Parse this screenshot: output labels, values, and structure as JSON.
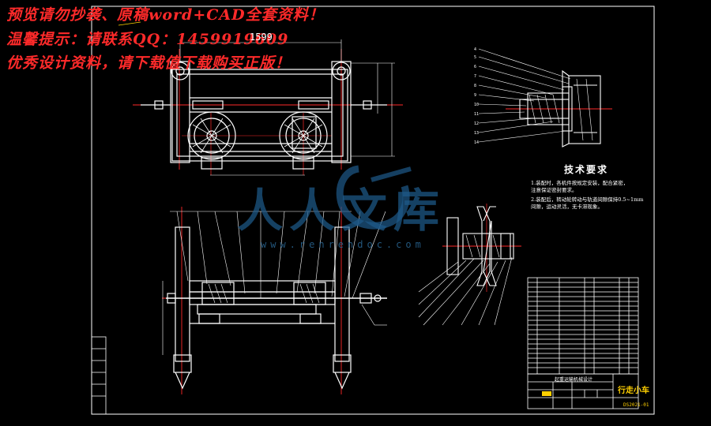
{
  "watermark": {
    "line1": "预览请勿抄袭、原稿word+CAD全套资料！",
    "line2": "温馨提示：请联系QQ：1459919609",
    "line3": "优秀设计资料，请下载值下载购买正版！"
  },
  "logo": {
    "text": "人人文库",
    "url": "www.renrendoc.com"
  },
  "dimensions": {
    "top_width": "1599"
  },
  "tech_requirements": {
    "title": "技术要求",
    "lines": [
      "1.装配时，各机件按规定安装，配合紧密，",
      "  注意保证密封要求。",
      "2.装配后，转动轮转动与轨道间隙保持0.5~1mm",
      "  间隙，运动灵活，无卡滞现象。"
    ]
  },
  "title_block": {
    "drawing_title": "行走小车",
    "drawing_code": "DS2021-01",
    "company": "起重运输机械设计"
  },
  "colors": {
    "background": "#000000",
    "frame": "#ffffff",
    "centerline": "#ff2a2a",
    "part": "#ffffff",
    "highlight": "#ffd000",
    "watermark": "#ff2a2a",
    "logo": "#1e5a8a"
  }
}
